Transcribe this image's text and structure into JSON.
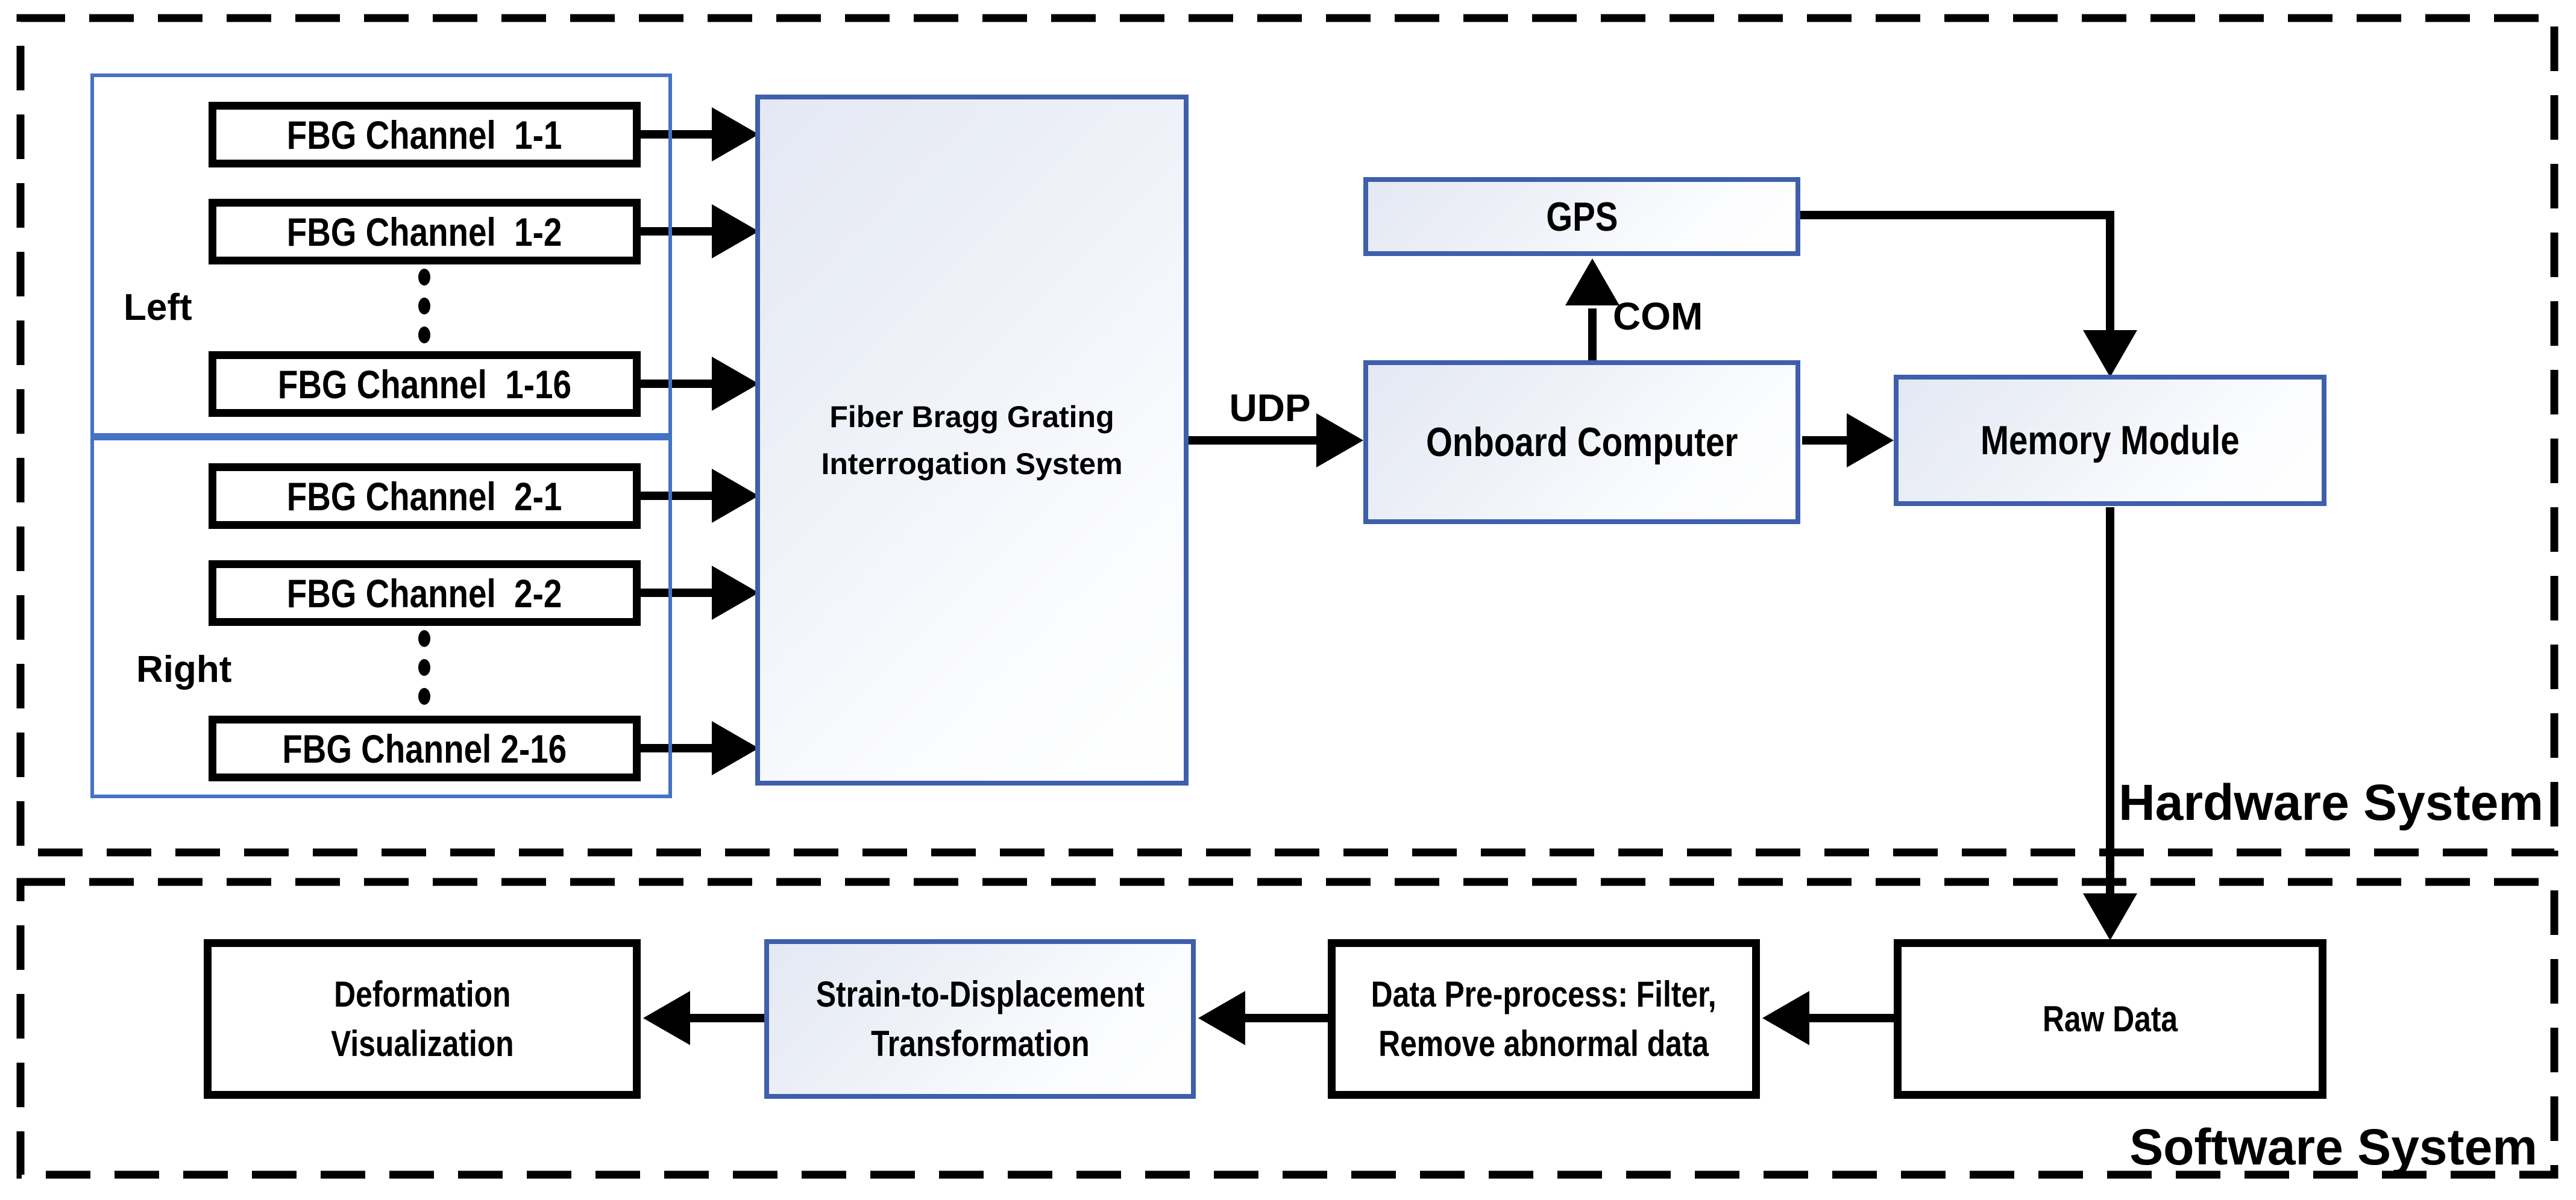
{
  "diagram": {
    "hardware": {
      "section_label": "Hardware System",
      "left_group": {
        "label": "Left"
      },
      "right_group": {
        "label": "Right"
      },
      "channels_left": [
        "FBG Channel  1-1",
        "FBG Channel  1-2",
        "FBG Channel  1-16"
      ],
      "channels_right": [
        "FBG Channel  2-1",
        "FBG Channel  2-2",
        "FBG Channel 2-16"
      ],
      "interrogator": {
        "line1": "Fiber Bragg Grating",
        "line2": "Interrogation System"
      },
      "udp_label": "UDP",
      "com_label": "COM",
      "gps": {
        "label": "GPS"
      },
      "onboard": {
        "label": "Onboard Computer"
      },
      "memory": {
        "label": "Memory Module"
      }
    },
    "software": {
      "section_label": "Software System",
      "raw_data": {
        "label": "Raw Data"
      },
      "preprocess": {
        "line1": "Data Pre-process: Filter,",
        "line2": "Remove abnormal data"
      },
      "strain": {
        "line1": "Strain-to-Displacement",
        "line2": "Transformation"
      },
      "deformation": {
        "line1": "Deformation",
        "line2": "Visualization"
      }
    },
    "colors": {
      "accent_box_border": "#3e5fac",
      "group_border": "#4472c4",
      "line_color": "#000000",
      "gradient_from": "#e4e8f3",
      "gradient_to": "#ffffff"
    }
  }
}
